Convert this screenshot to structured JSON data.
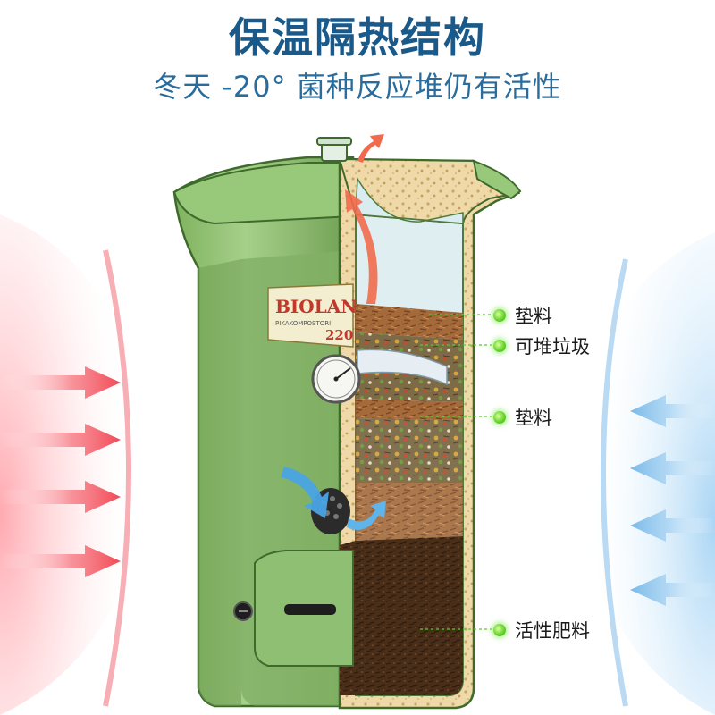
{
  "heading": {
    "title": "保温隔热结构",
    "subtitle": "冬天  -20°  菌种反应堆仍有活性"
  },
  "labels": [
    {
      "text": "垫料"
    },
    {
      "text": "可堆垃圾"
    },
    {
      "text": "垫料"
    },
    {
      "text": "活性肥料"
    }
  ],
  "product": {
    "logo_text": "BIOLAN",
    "logo_sub": "PIKAKOMPOSTORI",
    "model": "220"
  },
  "colors": {
    "title": "#1a5a8a",
    "warm_arrow": "#f24a55",
    "cold_arrow": "#6fb4e6",
    "body_green": "#8fc072",
    "label_dot": "#66d32c"
  }
}
